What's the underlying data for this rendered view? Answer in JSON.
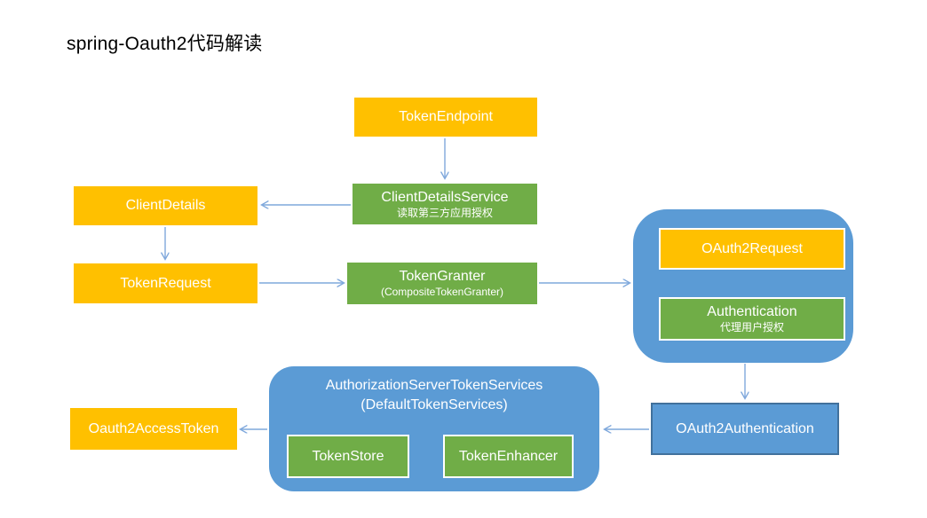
{
  "title": "spring-Oauth2代码解读",
  "colors": {
    "box_orange": "#FFC000",
    "box_green": "#70AD47",
    "box_blue": "#5B9BD5",
    "blue_box_border": "#41719C",
    "arrow": "#7FA8DC",
    "box_text": "#FFFFFF",
    "title_text": "#000000",
    "background": "#FFFFFF"
  },
  "nodes": {
    "token_endpoint": {
      "label": "TokenEndpoint"
    },
    "client_details_service": {
      "label": "ClientDetailsService",
      "sublabel": "读取第三方应用授权"
    },
    "client_details": {
      "label": "ClientDetails"
    },
    "token_request": {
      "label": "TokenRequest"
    },
    "token_granter": {
      "label": "TokenGranter",
      "sublabel": "(CompositeTokenGranter)"
    },
    "request_group": {
      "oauth2_request": {
        "label": "OAuth2Request"
      },
      "authentication": {
        "label": "Authentication",
        "sublabel": "代理用户授权"
      }
    },
    "oauth2_authentication": {
      "label": "OAuth2Authentication"
    },
    "token_services_group": {
      "label": "AuthorizationServerTokenServices",
      "sublabel": "(DefaultTokenServices)",
      "token_store": {
        "label": "TokenStore"
      },
      "token_enhancer": {
        "label": "TokenEnhancer"
      }
    },
    "oauth2_access_token": {
      "label": "Oauth2AccessToken"
    }
  },
  "edges": [
    {
      "from": "TokenEndpoint",
      "to": "ClientDetailsService",
      "direction": "down"
    },
    {
      "from": "ClientDetailsService",
      "to": "ClientDetails",
      "direction": "left"
    },
    {
      "from": "ClientDetails",
      "to": "TokenRequest",
      "direction": "down"
    },
    {
      "from": "TokenRequest",
      "to": "TokenGranter",
      "direction": "right"
    },
    {
      "from": "TokenGranter",
      "to": "request-group",
      "direction": "right"
    },
    {
      "from": "request-group",
      "to": "OAuth2Authentication",
      "direction": "down"
    },
    {
      "from": "OAuth2Authentication",
      "to": "AuthorizationServerTokenServices",
      "direction": "left"
    },
    {
      "from": "AuthorizationServerTokenServices",
      "to": "Oauth2AccessToken",
      "direction": "left"
    }
  ]
}
